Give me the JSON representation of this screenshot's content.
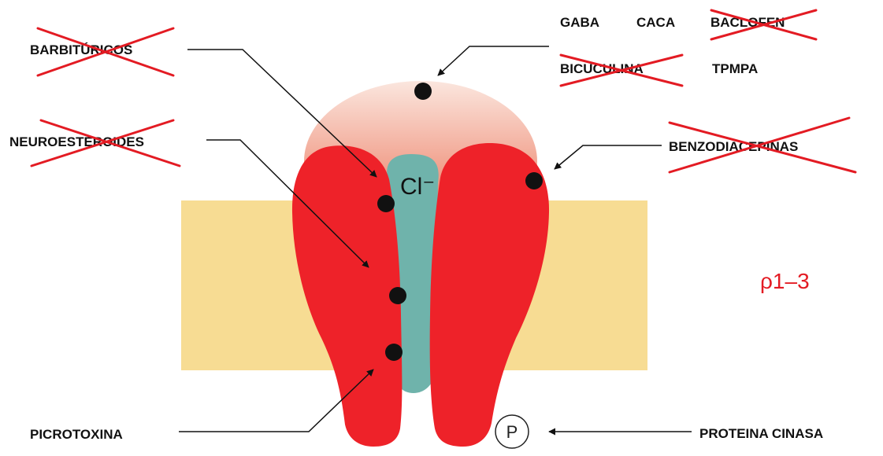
{
  "diagram": {
    "ion_label": "Cl⁻",
    "subtype_label": "ρ1–3",
    "phospho_symbol": "P",
    "colors": {
      "membrane": "#f7dc93",
      "receptor_red": "#ee2229",
      "pore_teal": "#6fb3ab",
      "cap_top": "#fbe6de",
      "cap_bottom": "#e9674a",
      "cross_red": "#e31b23",
      "subtype_red": "#e31b23"
    },
    "labels": {
      "barbituricos": {
        "text": "BARBITÚRICOS",
        "crossed": true
      },
      "neuroesteroides": {
        "text": "NEUROESTEROIDES",
        "crossed": true
      },
      "picrotoxina": {
        "text": "PICROTOXINA",
        "crossed": false
      },
      "gaba": {
        "text": "GABA",
        "crossed": false
      },
      "caca": {
        "text": "CACA",
        "crossed": false
      },
      "baclofen": {
        "text": "BACLOFEN",
        "crossed": true
      },
      "bicuculina": {
        "text": "BICUCULINA",
        "crossed": true
      },
      "tpmpa": {
        "text": "TPMPA",
        "crossed": false
      },
      "benzodiacepinas": {
        "text": "BENZODIACEPINAS",
        "crossed": true
      },
      "proteina_cinasa": {
        "text": "PROTEINA CINASA",
        "crossed": false
      }
    }
  }
}
